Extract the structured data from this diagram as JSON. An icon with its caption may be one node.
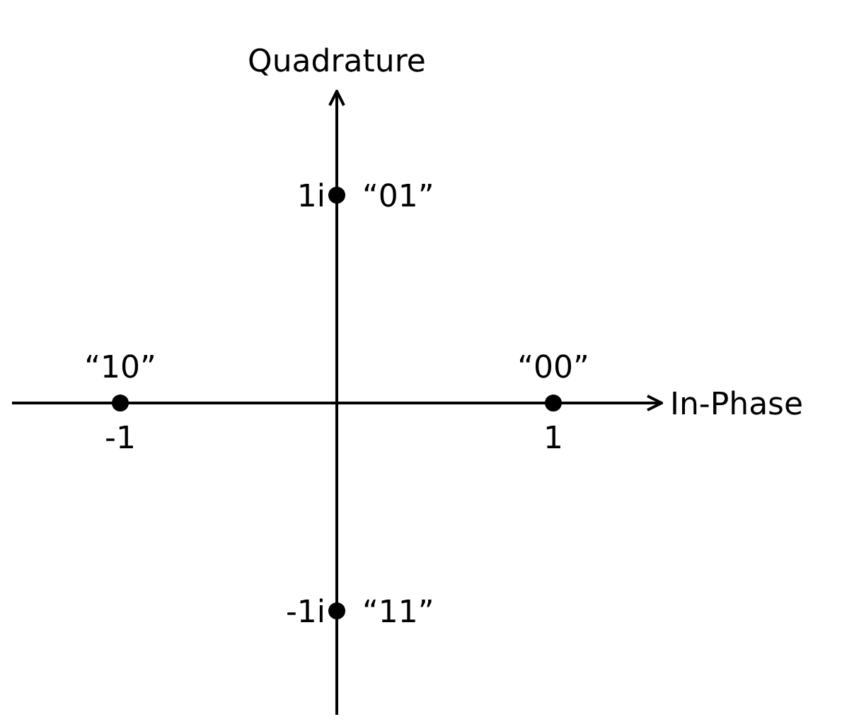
{
  "diagram": {
    "chart_data": {
      "type": "scatter",
      "xlabel": "In-Phase",
      "ylabel": "Quadrature",
      "x": [
        1,
        0,
        -1,
        0
      ],
      "series": [
        {
          "values": [
            0,
            1,
            0,
            -1
          ],
          "color": "#000000"
        }
      ],
      "xlim": [
        -1.5,
        1.5
      ],
      "ylim": [
        -1.5,
        1.5
      ],
      "xticks": [
        -1,
        1
      ],
      "yticks": [
        {
          "value": 1,
          "label": "1i"
        },
        {
          "value": -1,
          "label": "-1i"
        }
      ],
      "annotations": [
        {
          "x": 1,
          "y": 0,
          "text": "“00”"
        },
        {
          "x": 0,
          "y": 1,
          "text": "“01”"
        },
        {
          "x": -1,
          "y": 0,
          "text": "“10”"
        },
        {
          "x": 0,
          "y": -1,
          "text": "“11”"
        }
      ]
    }
  }
}
